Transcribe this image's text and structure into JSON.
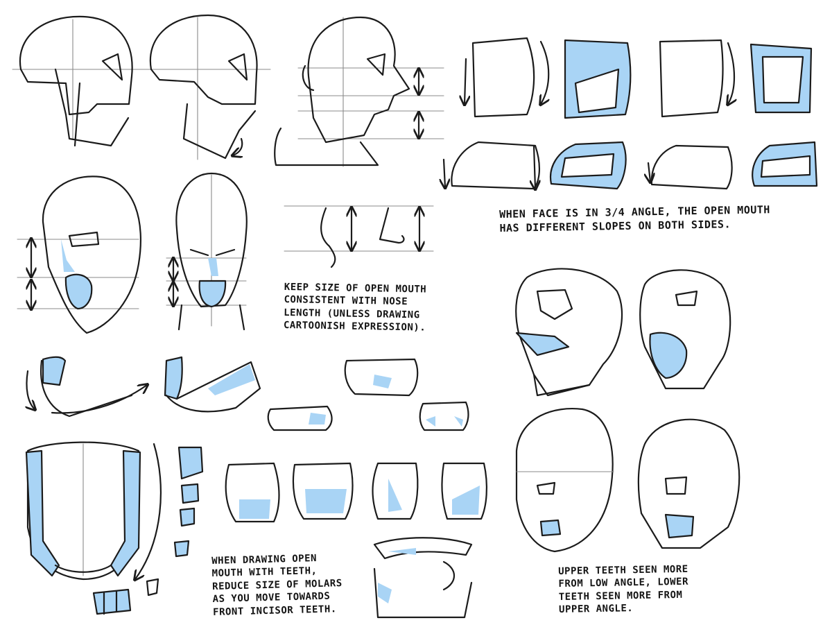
{
  "notes": {
    "three_quarter": "WHEN FACE IS IN 3/4 ANGLE, THE OPEN MOUTH\nHAS DIFFERENT SLOPES ON BOTH SIDES.",
    "nose_length": "KEEP SIZE OF OPEN MOUTH\nCONSISTENT WITH NOSE\nLENGTH (UNLESS DRAWING\nCARTOONISH EXPRESSION).",
    "molars": "WHEN DRAWING OPEN\nMOUTH WITH TEETH,\nREDUCE SIZE OF MOLARS\nAS YOU MOVE TOWARDS\nFRONT INCISOR TEETH.",
    "angles": "UPPER TEETH SEEN MORE\nFROM LOW ANGLE, LOWER\nTEETH SEEN MORE FROM\nUPPER ANGLE."
  },
  "colors": {
    "ink": "#1b1b1b",
    "highlight": "#a9d4f5",
    "background": "#ffffff"
  }
}
